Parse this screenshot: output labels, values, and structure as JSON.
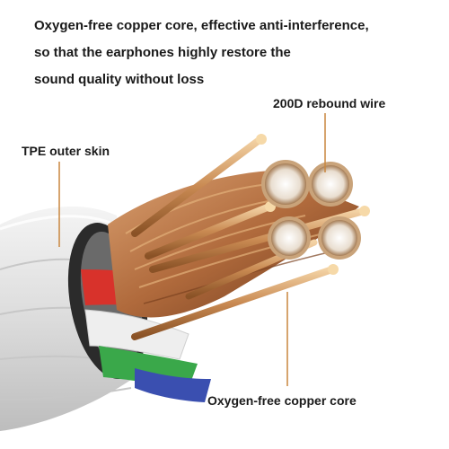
{
  "headline": {
    "lines": [
      "Oxygen-free copper core, effective anti-interference,",
      "so that the earphones highly restore the",
      "sound quality without loss"
    ]
  },
  "callouts": {
    "rebound_wire": "200D rebound wire",
    "outer_skin": "TPE outer skin",
    "copper_core": "Oxygen-free copper core"
  },
  "colors": {
    "background": "#ffffff",
    "text": "#1a1a1a",
    "leader_line": "#c9863e",
    "copper": "#b87545",
    "copper_light": "#f0cfa0",
    "jacket": "#e6e6e6",
    "wire_red": "#d8322b",
    "wire_green": "#3aa84a",
    "wire_blue": "#3a4fb0",
    "wire_white": "#eeeeee"
  },
  "icons": [
    "cable-cross-section-illustration"
  ]
}
